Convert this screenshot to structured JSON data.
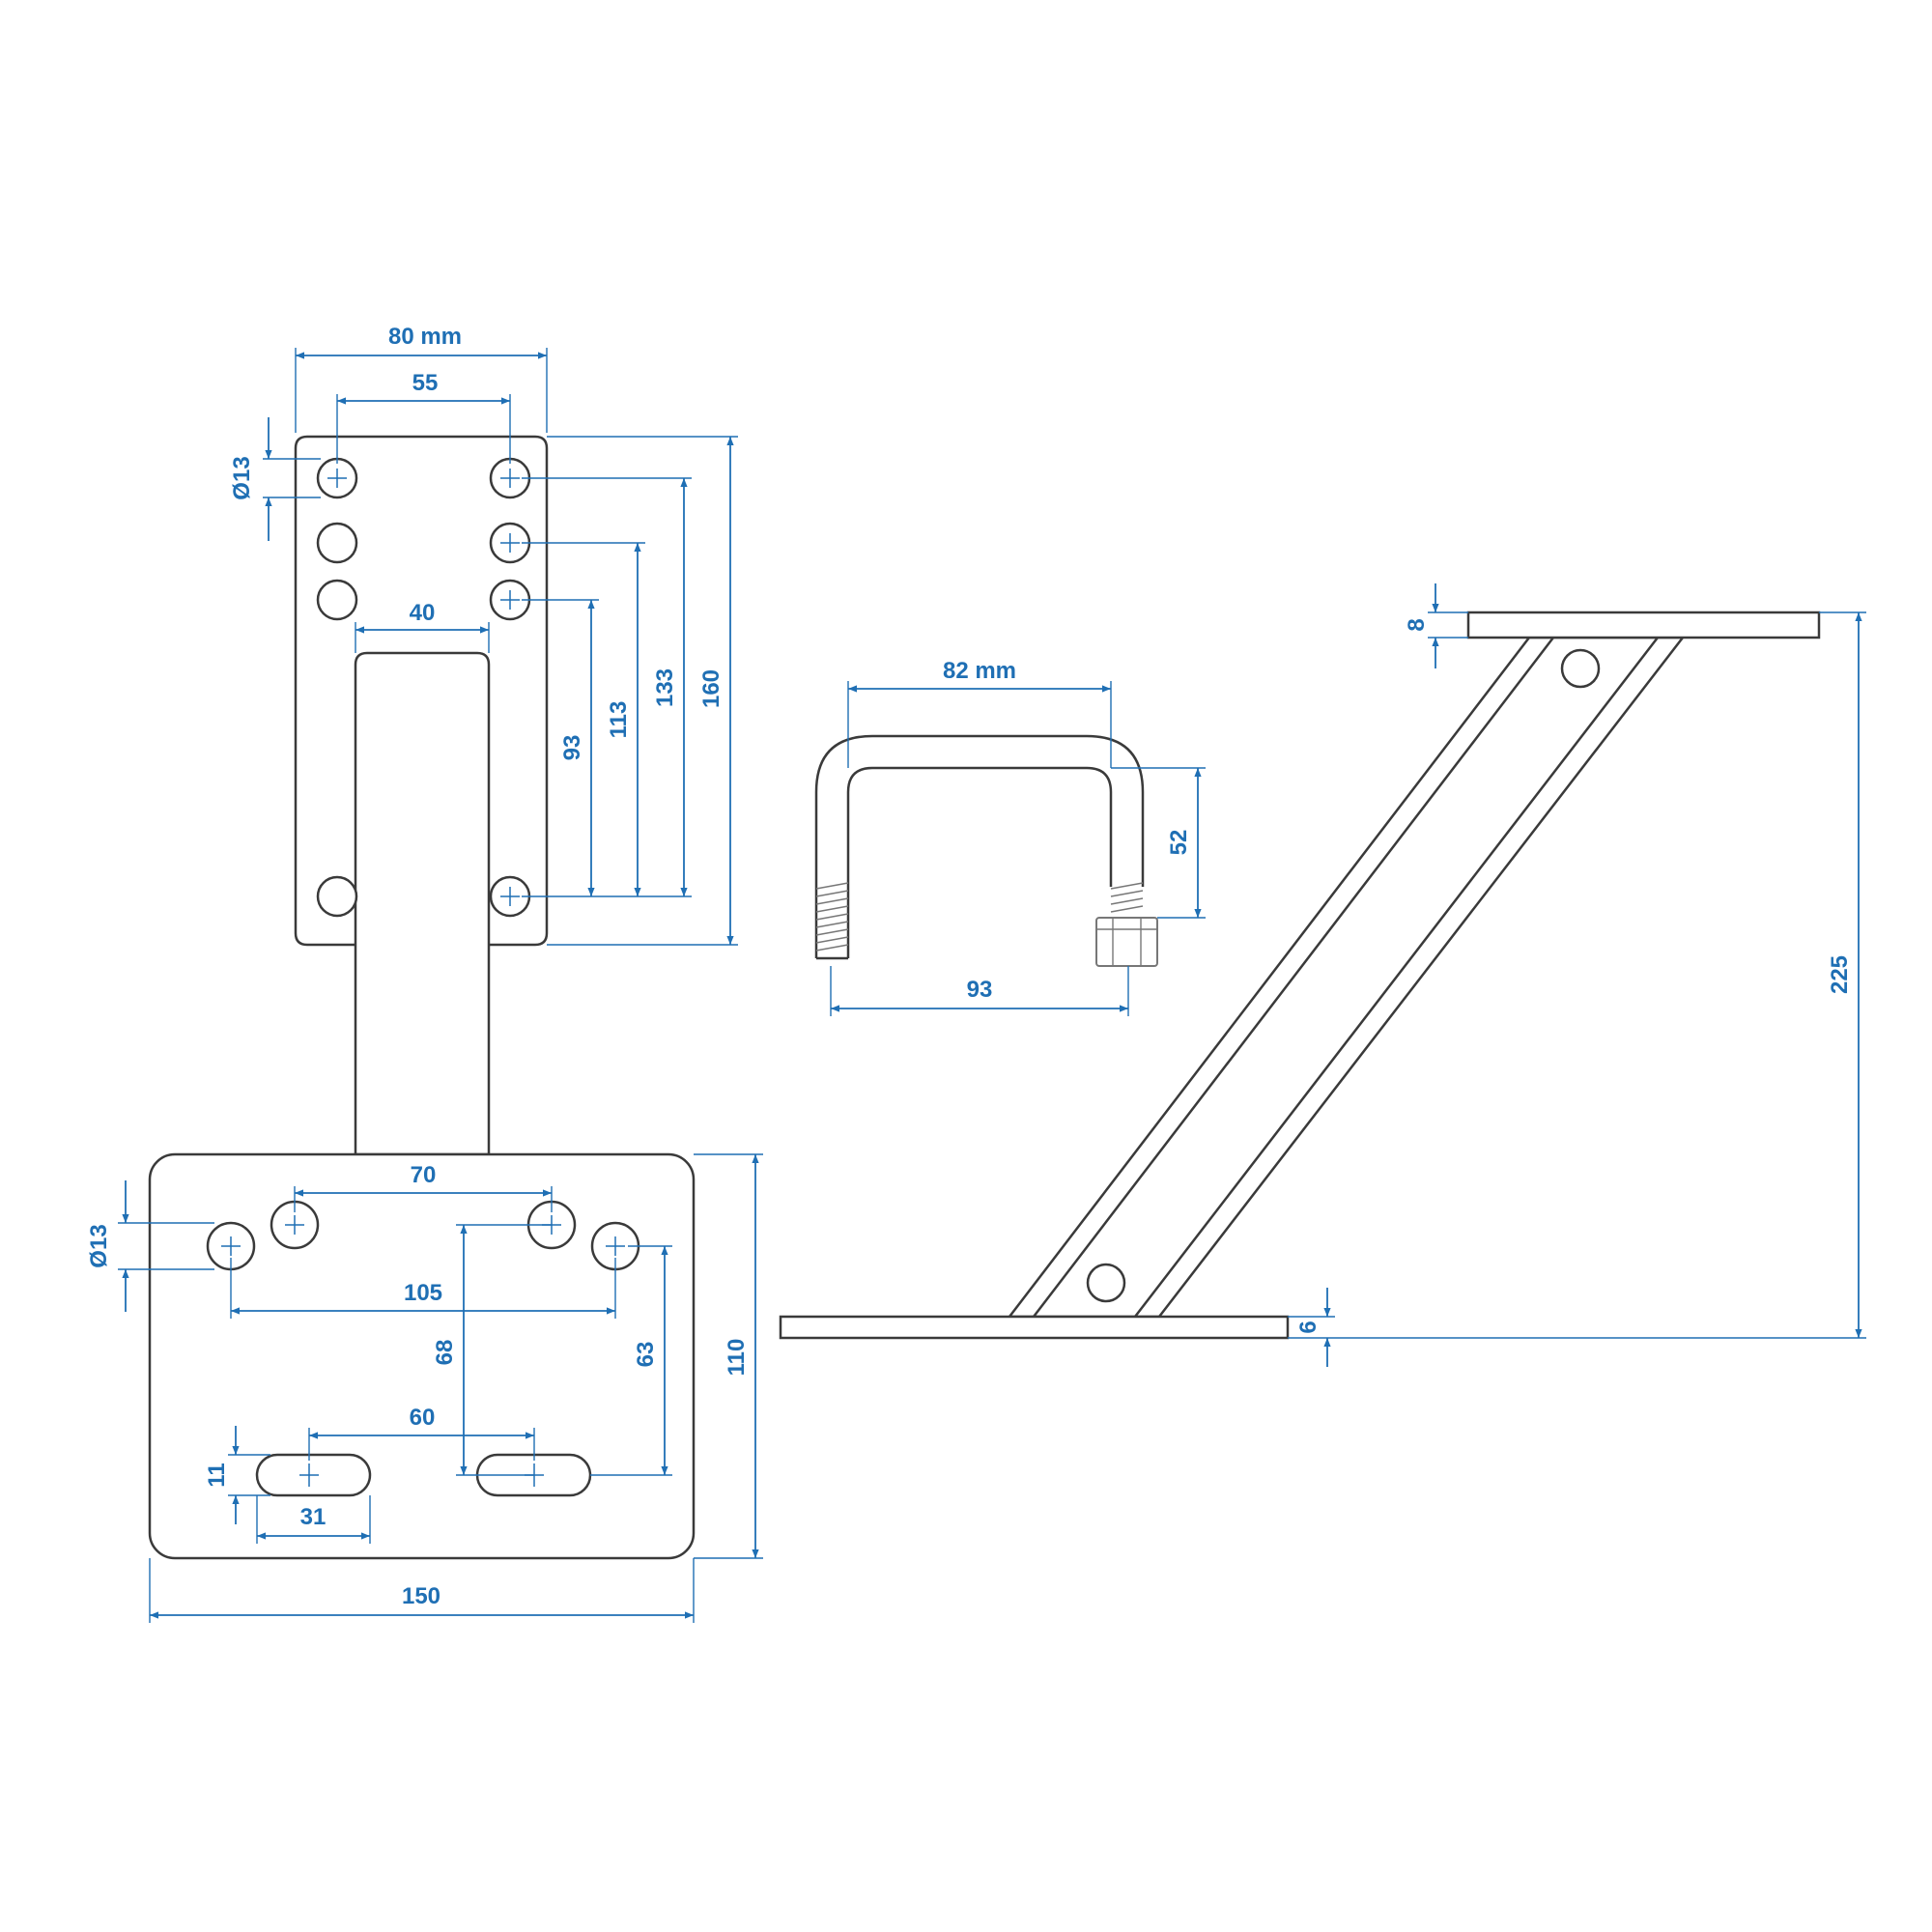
{
  "colors": {
    "dimension": "#1f6fb4",
    "outline": "#3a3a3a",
    "thread": "#777777"
  },
  "dimensions": {
    "top_plate_width": "80 mm",
    "top_hole_spacing": "55",
    "top_hole_diameter": "Ø13",
    "column_width": "40",
    "hole_spacing_93": "93",
    "hole_spacing_113": "113",
    "hole_spacing_133": "133",
    "top_plate_height": "160",
    "base_upper_hole_spacing": "70",
    "base_hole_diameter": "Ø13",
    "base_outer_hole_spacing": "105",
    "base_vertical_68": "68",
    "base_vertical_63": "63",
    "base_plate_height": "110",
    "slot_spacing": "60",
    "slot_width": "11",
    "slot_length": "31",
    "base_plate_width": "150",
    "ubolt_inner_width": "82 mm",
    "ubolt_leg_length": "52",
    "ubolt_outer_width": "93",
    "top_flange_thickness": "8",
    "bottom_flange_thickness": "6",
    "total_height": "225"
  }
}
